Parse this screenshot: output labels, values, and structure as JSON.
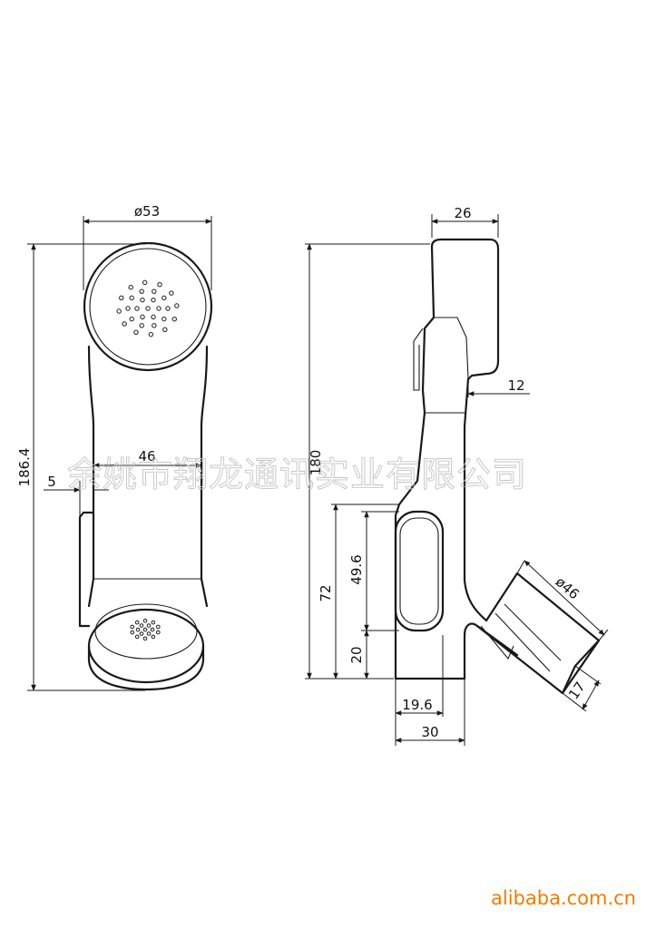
{
  "dimensions": {
    "front": {
      "total_length": "186.4",
      "earpiece_diameter": "ø53",
      "handle_width": "46",
      "step": "5"
    },
    "side": {
      "total_length": "180",
      "top_depth": "26",
      "top_offset": "12",
      "grip_length": "72",
      "slot_length": "49.6",
      "bottom_height": "20",
      "slot_width": "19.6",
      "base_width": "30",
      "mouthpiece_diameter": "ø46",
      "mouthpiece_depth": "17"
    }
  },
  "watermark": "余姚市翔龙通讯实业有限公司",
  "brand": "alibaba.com.cn",
  "colors": {
    "line": "#1a1a1a",
    "watermark": "#c4c4c4",
    "brand": "#f07c00"
  }
}
